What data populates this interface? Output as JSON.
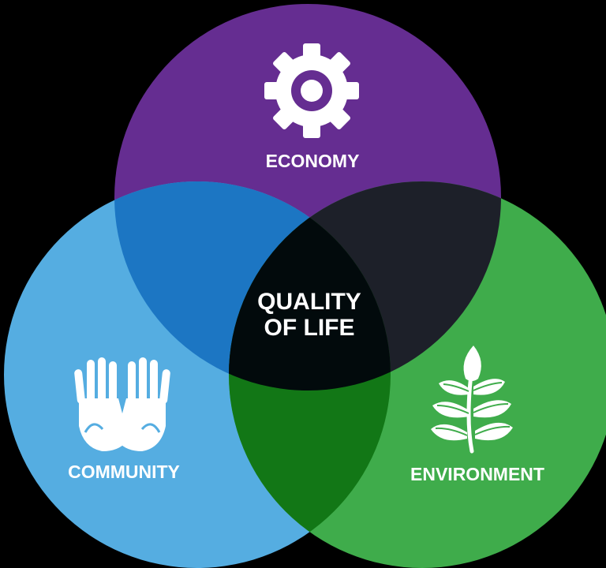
{
  "diagram": {
    "circles": [
      {
        "id": "economy",
        "label": "ECONOMY",
        "color": "#652d91",
        "icon": "gear-icon"
      },
      {
        "id": "community",
        "label": "COMMUNITY",
        "color": "#55ade1",
        "icon": "open-hands-icon"
      },
      {
        "id": "environment",
        "label": "ENVIRONMENT",
        "color": "#3fac4b",
        "icon": "leaf-plant-icon"
      }
    ],
    "intersections": {
      "economy_community": "#1c76c3",
      "economy_environment": "#1d2029",
      "community_environment": "#127716",
      "all_three": "#020a0c"
    },
    "center_label": {
      "line1": "QUALITY",
      "line2": "OF LIFE"
    },
    "background": "#000000"
  }
}
